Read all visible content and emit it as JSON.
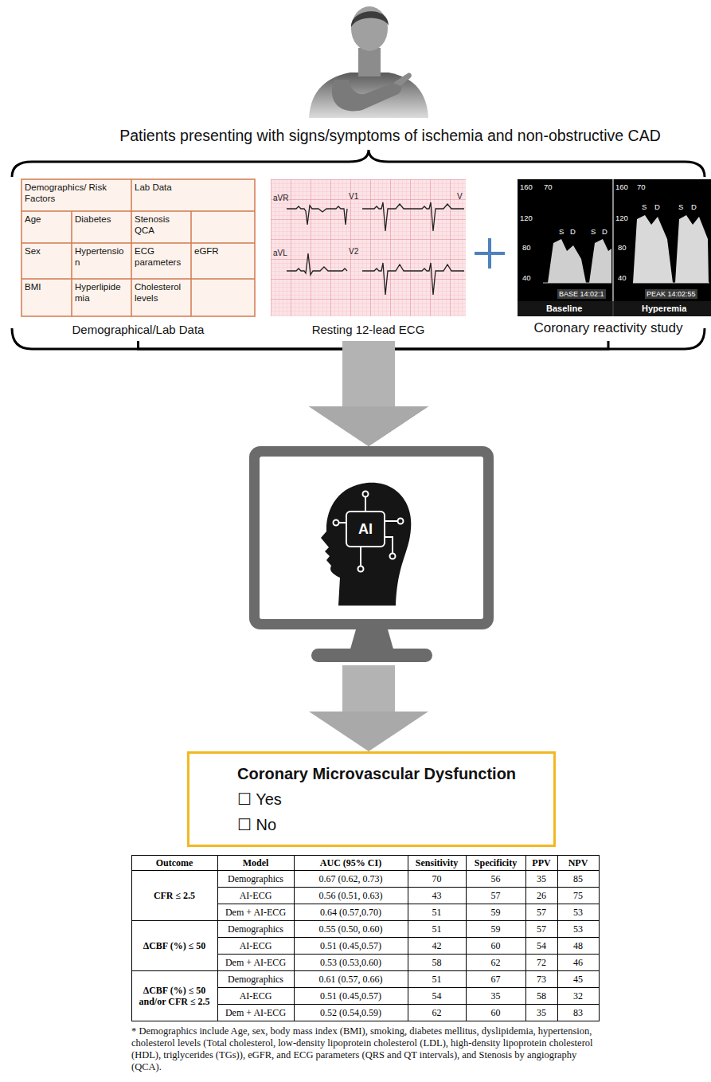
{
  "diagram": {
    "title": "Patients presenting with signs/symptoms of ischemia and non-obstructive CAD",
    "caption": "* Demographics include Age, sex, body mass index (BMI), smoking, diabetes mellitus, dyslipidemia, hypertension, cholesterol levels (Total cholesterol, low-density lipoprotein cholesterol (LDL), high-density lipoprotein cholesterol (HDL), triglycerides (TGs)), eGFR, and ECG parameters (QRS and QT intervals), and Stenosis by angiography (QCA).",
    "nodes": [
      {
        "text": [
          "Demographical/Lab Data"
        ]
      },
      {
        "text": [
          "Resting 12-lead ECG"
        ]
      },
      {
        "text": [
          "Coronary reactivity study"
        ]
      },
      {
        "text": [
          "AI"
        ]
      },
      {
        "text": [
          "Coronary Microvascular Dysfunction",
          "☐ Yes",
          "☐ No"
        ]
      }
    ],
    "edges": [
      {
        "from": 0,
        "to": 3,
        "arrow": "to"
      },
      {
        "from": 1,
        "to": 3,
        "arrow": "to"
      },
      {
        "from": 2,
        "to": 3,
        "arrow": "to"
      },
      {
        "from": 3,
        "to": 4,
        "arrow": "to"
      }
    ],
    "labels": [
      "Demographics/ Risk Factors",
      "Lab Data",
      "Age",
      "Diabetes",
      "Stenosis QCA",
      "Sex",
      "Hypertension",
      "ECG parameters",
      "eGFR",
      "BMI",
      "Hyperlipidemia",
      "Cholesterol levels",
      "aVR",
      "V1",
      "V",
      "aVL",
      "V2",
      "160",
      "70",
      "120",
      "80",
      "40",
      "S",
      "D",
      "S",
      "D",
      "BASE 14:02:1",
      "160",
      "70",
      "120",
      "80",
      "40",
      "S",
      "D",
      "S",
      "D",
      "PEAK 14:02:55",
      "Baseline",
      "Hyperemia",
      "Outcome",
      "Model",
      "AUC (95% CI)",
      "Sensitivity",
      "Specificity",
      "PPV",
      "NPV",
      "CFR ≤ 2.5",
      "Demographics",
      "0.67 (0.62, 0.73)",
      "70",
      "56",
      "35",
      "85",
      "AI-ECG",
      "0.56 (0.51, 0.63)",
      "43",
      "57",
      "26",
      "75",
      "Dem + AI-ECG",
      "0.64 (0.57,0.70)",
      "51",
      "59",
      "57",
      "53",
      "ΔCBF (%) ≤ 50",
      "Demographics",
      "0.55 (0.50, 0.60)",
      "51",
      "59",
      "57",
      "53",
      "AI-ECG",
      "0.51 (0.45,0.57)",
      "42",
      "60",
      "54",
      "48",
      "Dem + AI-ECG",
      "0.53 (0.53,0.60)",
      "58",
      "62",
      "72",
      "46",
      "ΔCBF (%) ≤ 50 and/or CFR ≤ 2.5",
      "Demographics",
      "0.61 (0.57, 0.66)",
      "51",
      "67",
      "73",
      "45",
      "AI-ECG",
      "0.51 (0.45,0.57)",
      "54",
      "35",
      "58",
      "32",
      "Dem + AI-ECG",
      "0.52 (0.54,0.59)",
      "62",
      "60",
      "35",
      "83"
    ]
  }
}
